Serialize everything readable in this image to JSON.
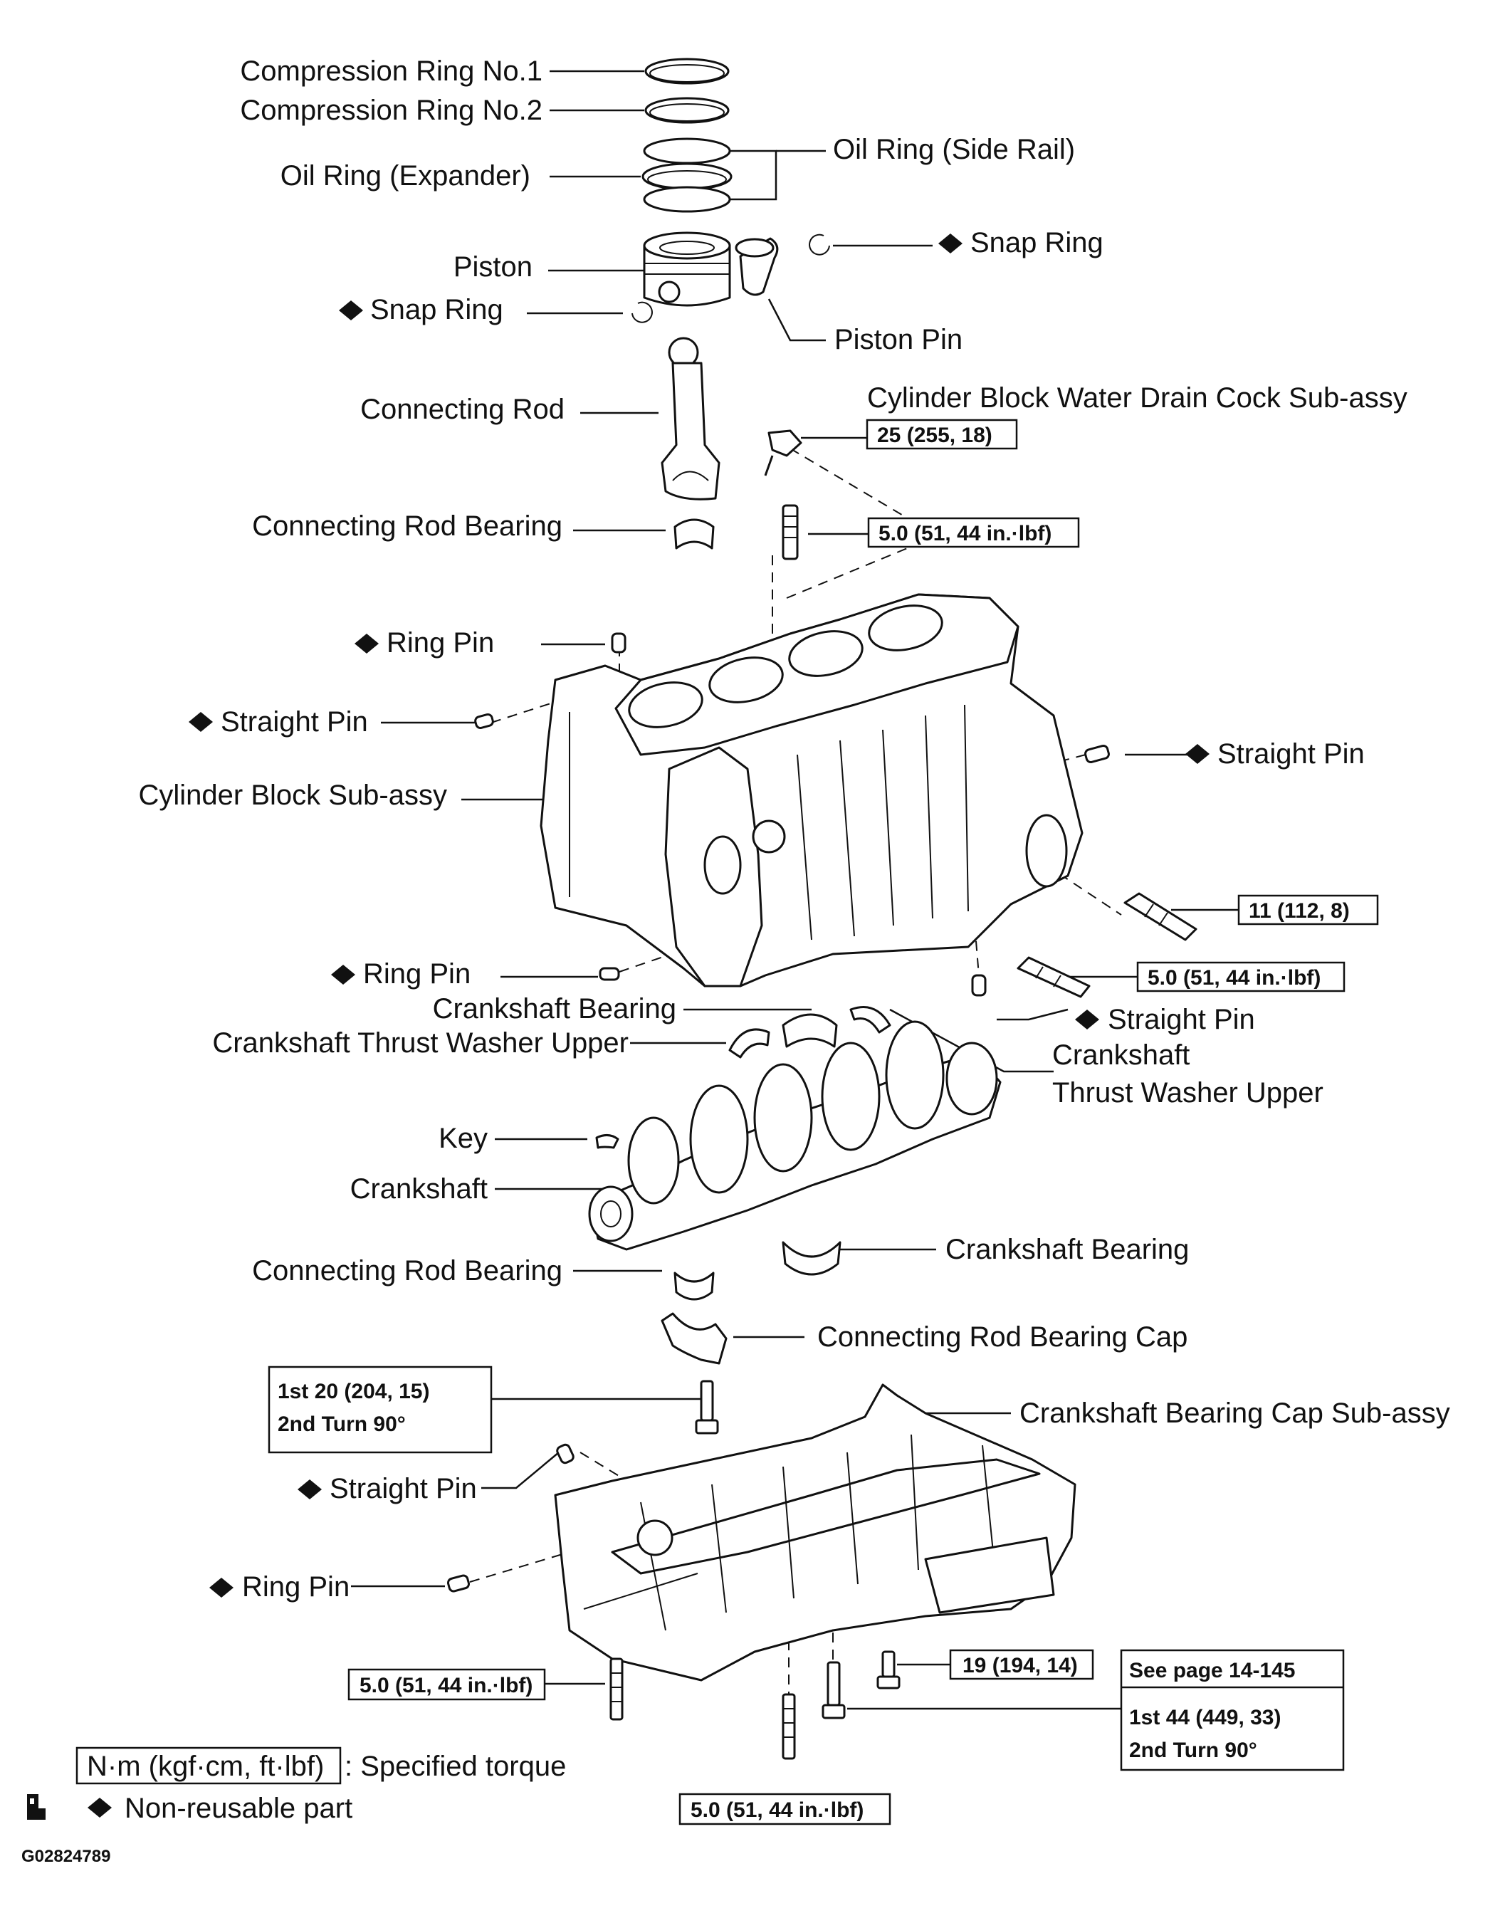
{
  "labels": {
    "compression_ring_1": "Compression Ring No.1",
    "compression_ring_2": "Compression Ring No.2",
    "oil_ring_side_rail": "Oil Ring (Side Rail)",
    "oil_ring_expander": "Oil Ring (Expander)",
    "snap_ring_right": "Snap Ring",
    "piston": "Piston",
    "snap_ring_left": "Snap Ring",
    "piston_pin": "Piston Pin",
    "connecting_rod": "Connecting Rod",
    "drain_cock": "Cylinder Block Water Drain Cock Sub-assy",
    "connecting_rod_bearing_upper": "Connecting Rod Bearing",
    "ring_pin_top": "Ring Pin",
    "straight_pin_left": "Straight Pin",
    "straight_pin_right": "Straight Pin",
    "cylinder_block": "Cylinder Block Sub-assy",
    "ring_pin_mid": "Ring Pin",
    "crankshaft_bearing_upper": "Crankshaft Bearing",
    "straight_pin_lower_right": "Straight Pin",
    "thrust_washer_upper_left": "Crankshaft Thrust Washer Upper",
    "thrust_washer_upper_right_1": "Crankshaft",
    "thrust_washer_upper_right_2": "Thrust Washer Upper",
    "key": "Key",
    "crankshaft": "Crankshaft",
    "crankshaft_bearing_lower": "Crankshaft Bearing",
    "connecting_rod_bearing_lower": "Connecting Rod Bearing",
    "connecting_rod_bearing_cap": "Connecting Rod Bearing Cap",
    "bearing_cap_subassy": "Crankshaft Bearing Cap Sub-assy",
    "straight_pin_bottom": "Straight Pin",
    "ring_pin_bottom": "Ring Pin"
  },
  "torques": {
    "drain_cock": "25 (255, 18)",
    "stud_top": "5.0 (51, 44 in.·lbf)",
    "stud_right": "11 (112, 8)",
    "stud_mid": "5.0 (51, 44 in.·lbf)",
    "cap_bolt_line1": "1st 20 (204, 15)",
    "cap_bolt_line2": "2nd Turn 90°",
    "bolt_19": "19 (194, 14)",
    "see_page": "See page 14-145",
    "main_bolt_line1": "1st 44 (449, 33)",
    "main_bolt_line2": "2nd Turn 90°",
    "stud_bottom_left": "5.0 (51, 44 in.·lbf)",
    "stud_bottom": "5.0 (51, 44 in.·lbf)"
  },
  "legend": {
    "torque_unit": "N·m (kgf·cm, ft·lbf)",
    "torque_desc": ": Specified torque",
    "non_reusable": "Non-reusable part"
  },
  "figure_id": "G02824789",
  "icons": {
    "diamond": "non-reusable-diamond-icon",
    "corner": "page-corner-icon"
  }
}
